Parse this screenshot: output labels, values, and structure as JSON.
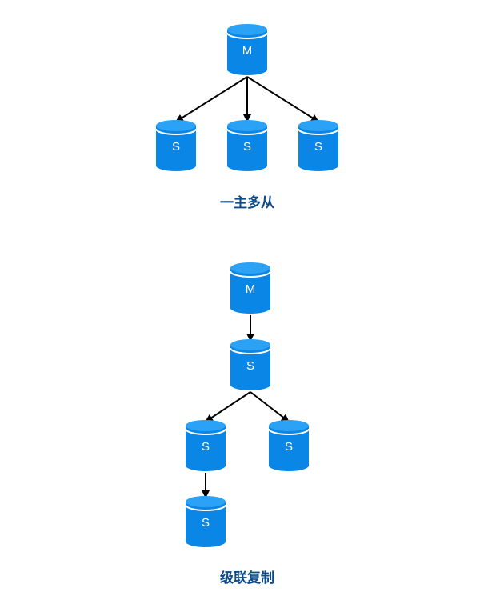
{
  "colors": {
    "node_fill": "#0a86e6",
    "node_top": "#2ca2f6",
    "node_rim": "#ffffff",
    "edge": "#000000",
    "caption": "#0b4a8c"
  },
  "icons": {
    "node": "database-cylinder-icon"
  },
  "diagrams": [
    {
      "id": "one-master-many-slaves",
      "caption": "一主多从",
      "nodes": [
        {
          "id": "m1",
          "label": "M"
        },
        {
          "id": "s1",
          "label": "S"
        },
        {
          "id": "s2",
          "label": "S"
        },
        {
          "id": "s3",
          "label": "S"
        }
      ],
      "edges": [
        {
          "from": "m1",
          "to": "s1"
        },
        {
          "from": "m1",
          "to": "s2"
        },
        {
          "from": "m1",
          "to": "s3"
        }
      ]
    },
    {
      "id": "cascade-replication",
      "caption": "级联复制",
      "nodes": [
        {
          "id": "m2",
          "label": "M"
        },
        {
          "id": "s4",
          "label": "S"
        },
        {
          "id": "s5",
          "label": "S"
        },
        {
          "id": "s6",
          "label": "S"
        },
        {
          "id": "s7",
          "label": "S"
        }
      ],
      "edges": [
        {
          "from": "m2",
          "to": "s4"
        },
        {
          "from": "s4",
          "to": "s5"
        },
        {
          "from": "s4",
          "to": "s6"
        },
        {
          "from": "s5",
          "to": "s7"
        }
      ]
    }
  ]
}
